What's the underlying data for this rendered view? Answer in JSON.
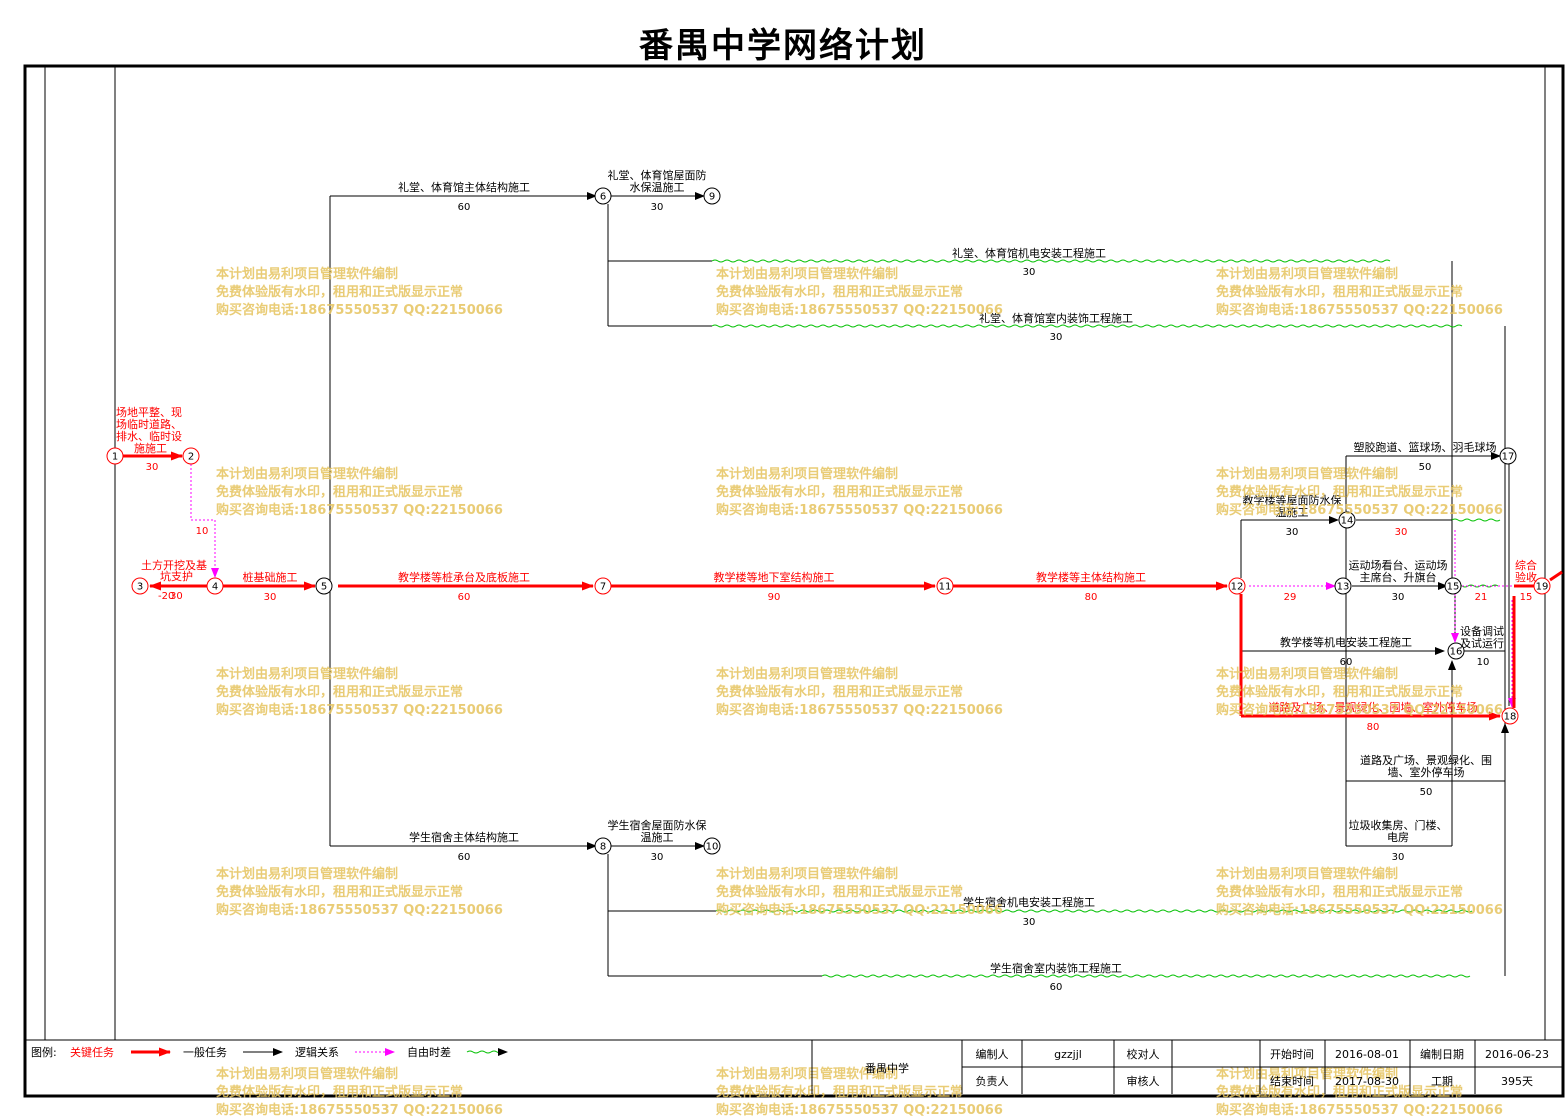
{
  "title": "番禺中学网络计划",
  "watermark": {
    "line1": "本计划由易利项目管理软件编制",
    "line2": "免费体验版有水印，租用和正式版显示正常",
    "line3": "购买咨询电话:18675550537 QQ:22150066"
  },
  "colors": {
    "critical": "#ff0000",
    "normal": "#000000",
    "logic": "#000000",
    "slack_dot": "#ff00ff",
    "free_float": "#00c000",
    "watermark": "#e6c45f"
  },
  "nodes": [
    "1",
    "2",
    "3",
    "4",
    "5",
    "6",
    "7",
    "8",
    "9",
    "10",
    "11",
    "12",
    "13",
    "14",
    "15",
    "16",
    "17",
    "18",
    "19"
  ],
  "tasks": {
    "t1_2": {
      "label": "场地平整、现场临时道路、排水、临时设施施工",
      "lines": [
        "场地平整、现",
        "场临时道路、",
        "排水、临时设",
        "施施工"
      ],
      "duration": "30"
    },
    "t3_4": {
      "label": "土方开挖及基坑支护",
      "lines": [
        "土方开挖及基",
        "坑支护"
      ],
      "duration": "30",
      "extra": "-20"
    },
    "t4_5": {
      "label": "桩基础施工",
      "duration": "30"
    },
    "t5_7": {
      "label": "教学楼等桩承台及底板施工",
      "duration": "60"
    },
    "t7_11": {
      "label": "教学楼等地下室结构施工",
      "duration": "90"
    },
    "t11_12": {
      "label": "教学楼等主体结构施工",
      "duration": "80"
    },
    "t5_6": {
      "label": "礼堂、体育馆主体结构施工",
      "duration": "60"
    },
    "t6_9": {
      "label": "礼堂、体育馆屋面防水保温施工",
      "lines": [
        "礼堂、体育馆屋面防",
        "水保温施工"
      ],
      "duration": "30"
    },
    "t6_a": {
      "label": "礼堂、体育馆机电安装工程施工",
      "duration": "30"
    },
    "t6_b": {
      "label": "礼堂、体育馆室内装饰工程施工",
      "duration": "30"
    },
    "t5_8": {
      "label": "学生宿舍主体结构施工",
      "duration": "60"
    },
    "t8_10": {
      "label": "学生宿舍屋面防水保温施工",
      "lines": [
        "学生宿舍屋面防水保",
        "温施工"
      ],
      "duration": "30"
    },
    "t8_a": {
      "label": "学生宿舍机电安装工程施工",
      "duration": "30"
    },
    "t8_b": {
      "label": "学生宿舍室内装饰工程施工",
      "duration": "60"
    },
    "t12_14": {
      "label": "教学楼等屋面防水保温施工",
      "lines": [
        "教学楼等屋面防水保",
        "温施工"
      ],
      "duration": "30"
    },
    "t12_13": {
      "duration": "29"
    },
    "t14_x": {
      "duration": "30"
    },
    "t13_17": {
      "label": "塑胶跑道、篮球场、羽毛球场",
      "duration": "50"
    },
    "t13_15": {
      "label": "运动场看台、运动场主席台、升旗台",
      "lines": [
        "运动场看台、运动场",
        "主席台、升旗台"
      ],
      "duration": "30"
    },
    "t15_19": {
      "duration": "21"
    },
    "t12_16": {
      "label": "教学楼等机电安装工程施工",
      "duration": "60"
    },
    "t16_x": {
      "label": "设备调试及试运行",
      "lines": [
        "设备调试",
        "及试运行"
      ],
      "duration": "10"
    },
    "t12_18": {
      "label": "道路及广场、景观绿化、围墙、室外停车场",
      "duration": "80"
    },
    "t13_road": {
      "label": "道路及广场、景观绿化、围墙、室外停车场",
      "lines": [
        "道路及广场、景观绿化、围",
        "墙、室外停车场"
      ],
      "duration": "50"
    },
    "t13_garbage": {
      "label": "垃圾收集房、门楼、电房",
      "lines": [
        "垃圾收集房、门楼、",
        "电房"
      ],
      "duration": "30"
    },
    "t18_19": {
      "label": "综合验收",
      "lines": [
        "综合",
        "验收"
      ],
      "duration": "15"
    },
    "slack_2_4": "10"
  },
  "legend": {
    "prefix": "图例:",
    "critical": "关键任务",
    "normal": "一般任务",
    "logic": "逻辑关系",
    "free_float": "自由时差"
  },
  "info": {
    "project_name": "番禺中学",
    "preparer_label": "编制人",
    "preparer": "gzzjjl",
    "checker_label": "校对人",
    "checker": "",
    "responsible_label": "负责人",
    "responsible": "",
    "reviewer_label": "审核人",
    "reviewer": "",
    "start_label": "开始时间",
    "start": "2016-08-01",
    "end_label": "结束时间",
    "end": "2017-08-30",
    "date_label": "编制日期",
    "date": "2016-06-23",
    "duration_label": "工期",
    "duration": "395天"
  }
}
